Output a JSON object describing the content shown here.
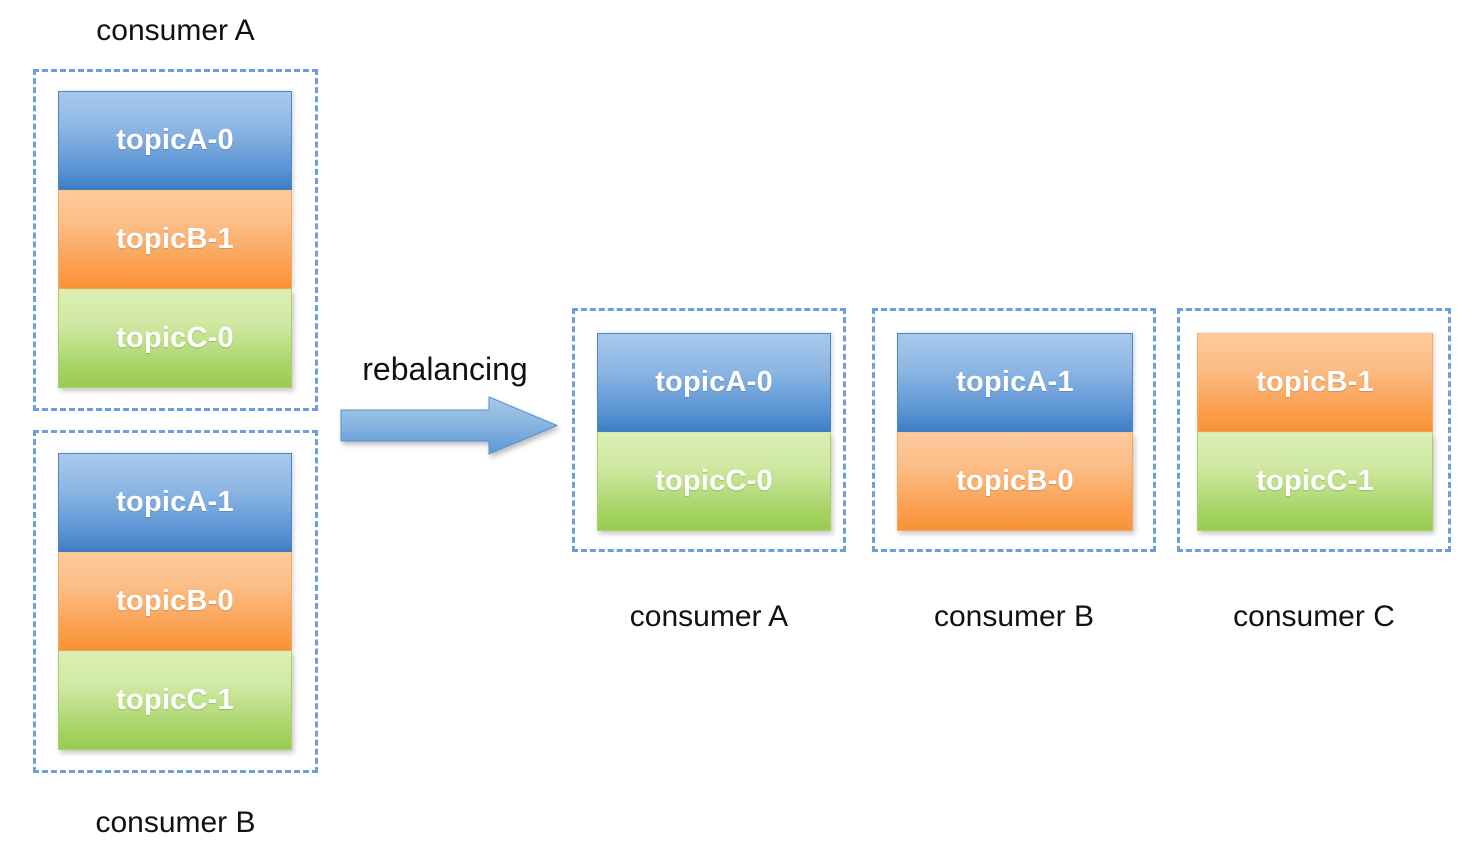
{
  "diagram": {
    "title_text": "rebalancing",
    "colors": {
      "blue": "#5d95d4",
      "orange": "#fb9f4f",
      "green": "#a9d469",
      "dashed_border": "#6f9fd8",
      "arrow": "#73a6dc",
      "text_on_box": "#ffffff",
      "label_text": "#111111"
    }
  },
  "before": {
    "groups": [
      {
        "label": "consumer A",
        "label_position": "top",
        "partitions": [
          {
            "text": "topicA-0",
            "color": "blue"
          },
          {
            "text": "topicB-1",
            "color": "orange"
          },
          {
            "text": "topicC-0",
            "color": "green"
          }
        ]
      },
      {
        "label": "consumer B",
        "label_position": "bottom",
        "partitions": [
          {
            "text": "topicA-1",
            "color": "blue"
          },
          {
            "text": "topicB-0",
            "color": "orange"
          },
          {
            "text": "topicC-1",
            "color": "green"
          }
        ]
      }
    ]
  },
  "transition": {
    "arrow_label": "rebalancing",
    "arrow_direction": "right"
  },
  "after": {
    "groups": [
      {
        "label": "consumer A",
        "label_position": "bottom",
        "partitions": [
          {
            "text": "topicA-0",
            "color": "blue"
          },
          {
            "text": "topicC-0",
            "color": "green"
          }
        ]
      },
      {
        "label": "consumer B",
        "label_position": "bottom",
        "partitions": [
          {
            "text": "topicA-1",
            "color": "blue"
          },
          {
            "text": "topicB-0",
            "color": "orange"
          }
        ]
      },
      {
        "label": "consumer C",
        "label_position": "bottom",
        "partitions": [
          {
            "text": "topicB-1",
            "color": "orange"
          },
          {
            "text": "topicC-1",
            "color": "green"
          }
        ]
      }
    ]
  }
}
